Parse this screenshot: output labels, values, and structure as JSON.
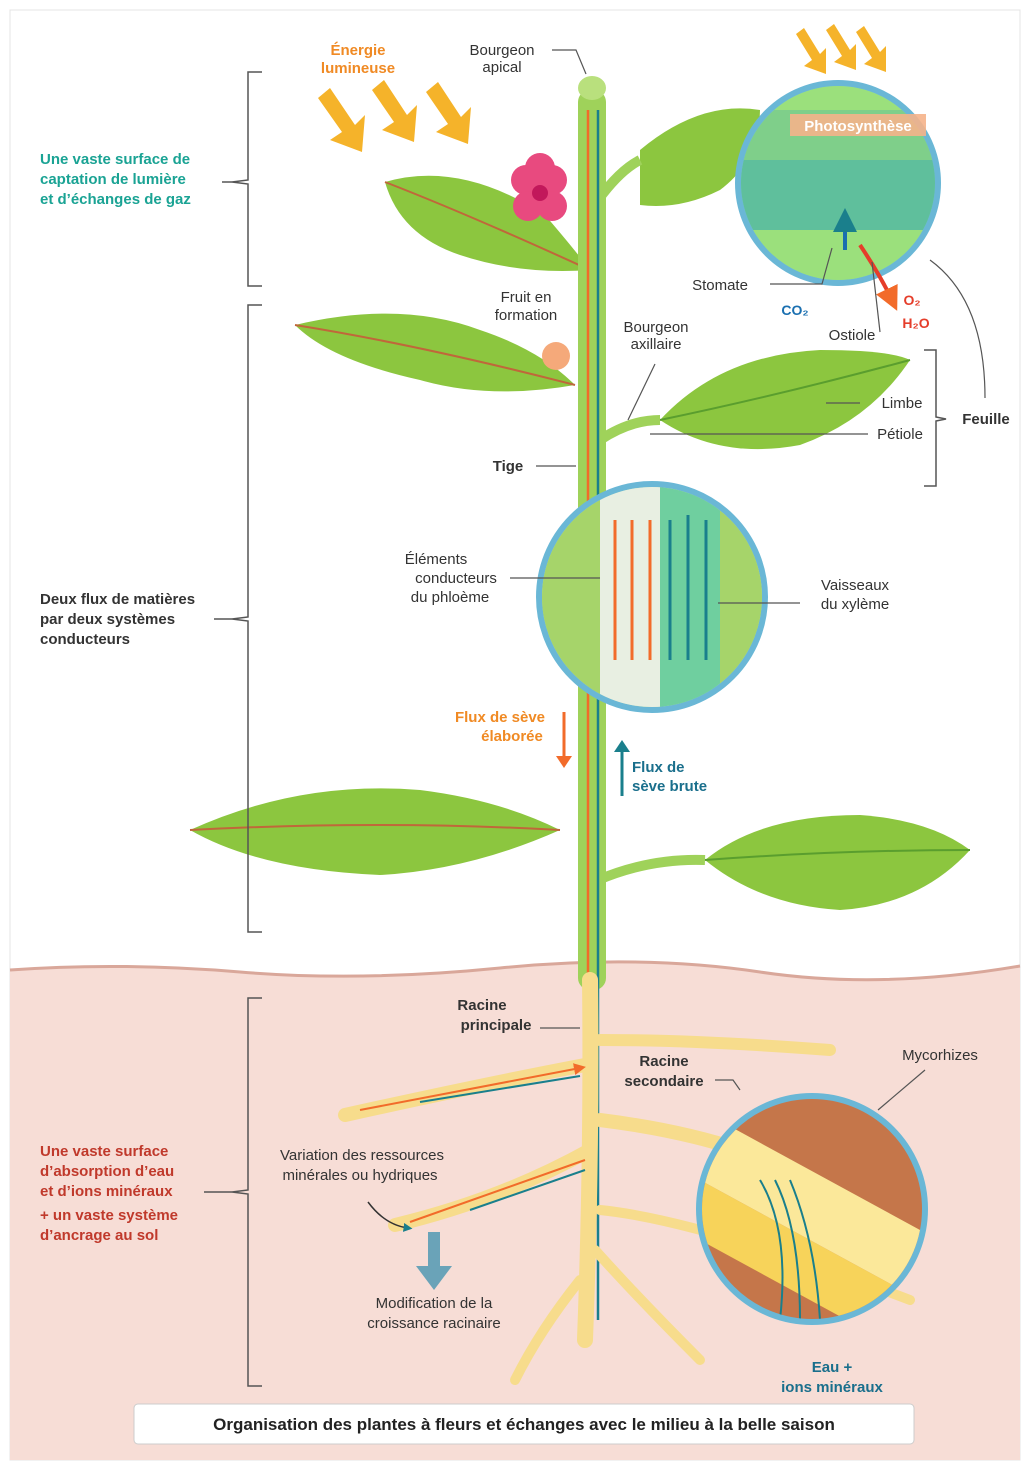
{
  "labels": {
    "energy": [
      "Énergie",
      "lumineuse"
    ],
    "apical_bud": [
      "Bourgeon",
      "apical"
    ],
    "photosynthesis": "Photosynthèse",
    "stomate": "Stomate",
    "co2": "CO₂",
    "o2": "O₂",
    "h2o": "H₂O",
    "ostiole": "Ostiole",
    "fruit": [
      "Fruit en",
      "formation"
    ],
    "axillary_bud": [
      "Bourgeon",
      "axillaire"
    ],
    "limbe": "Limbe",
    "petiole": "Pétiole",
    "feuille": "Feuille",
    "tige": "Tige",
    "phloem": [
      "Éléments",
      "conducteurs",
      "du phloème"
    ],
    "xylem": [
      "Vaisseaux",
      "du xylème"
    ],
    "elaborated_sap": [
      "Flux de sève",
      "élaborée"
    ],
    "raw_sap": [
      "Flux de",
      "sève brute"
    ],
    "main_root": [
      "Racine",
      "principale"
    ],
    "secondary_root": [
      "Racine",
      "secondaire"
    ],
    "mycorrhizae": "Mycorhizes",
    "variation": [
      "Variation des ressources",
      "minérales ou hydriques"
    ],
    "modification": [
      "Modification de la",
      "croissance racinaire"
    ],
    "water_ions": [
      "Eau +",
      "ions minéraux"
    ]
  },
  "side_labels": {
    "light_capture": [
      "Une vaste surface de",
      "captation de lumière",
      "et d’échanges de gaz"
    ],
    "two_flows": [
      "Deux flux de matières",
      "par deux systèmes",
      "conducteurs"
    ],
    "absorption": [
      "Une vaste surface",
      "d’absorption d’eau",
      "et d’ions minéraux",
      "+ un vaste système",
      "d’ancrage au sol"
    ]
  },
  "caption": "Organisation des plantes à fleurs et échanges avec le milieu à la belle saison",
  "colors": {
    "leaf": "#8cc63f",
    "leaf_dark": "#5a9e2e",
    "stem": "#9fd25a",
    "soil": "#f6d9d2",
    "root": "#f7dc8c",
    "phloem": "#f26b2a",
    "xylem": "#1a7f8c",
    "teal_text": "#1aa394",
    "red_text": "#c0392b"
  }
}
